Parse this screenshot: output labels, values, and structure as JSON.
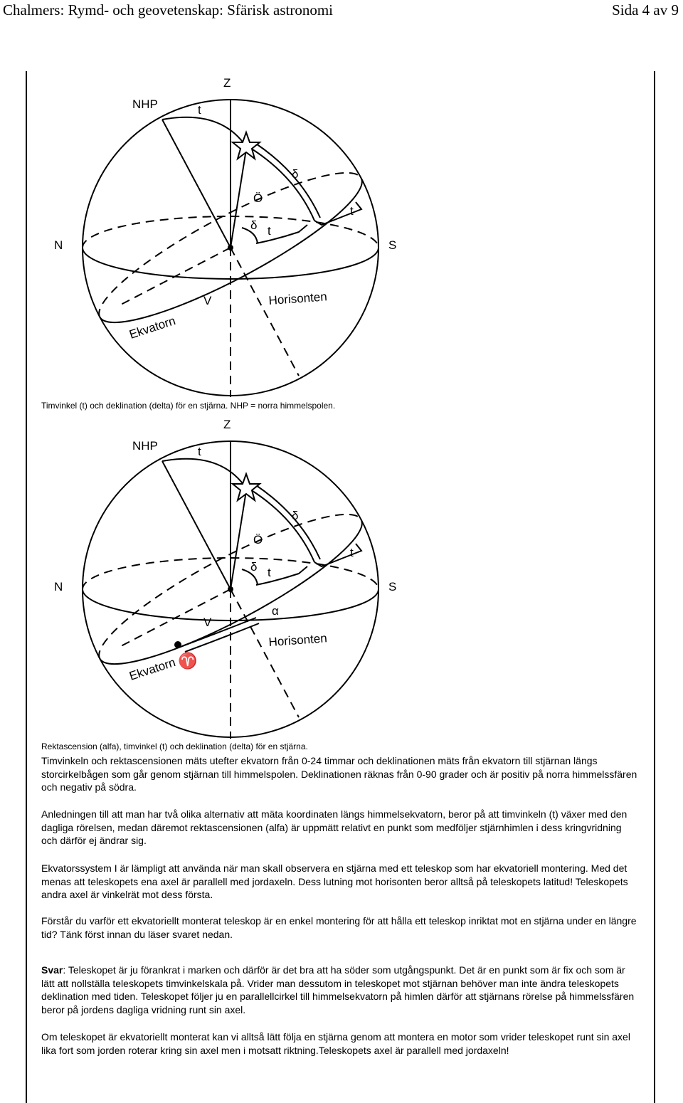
{
  "header": {
    "title": "Chalmers: Rymd- och geovetenskap: Sfärisk astronomi",
    "page": "Sida 4 av 9"
  },
  "figure1": {
    "labels": {
      "zenith": "Z",
      "pole": "NHP",
      "north": "N",
      "south": "S",
      "east": "Ö",
      "west": "V",
      "horizon": "Horisonten",
      "equator": "Ekvatorn",
      "hour_angle": "t",
      "declination": "δ"
    },
    "caption": "Timvinkel (t) och deklination (delta) för en stjärna. NHP = norra himmelspolen."
  },
  "figure2": {
    "labels": {
      "zenith": "Z",
      "pole": "NHP",
      "north": "N",
      "south": "S",
      "east": "Ö",
      "west": "V",
      "horizon": "Horisonten",
      "equator": "Ekvatorn",
      "hour_angle": "t",
      "declination": "δ",
      "right_ascension": "α",
      "vernal_point": "♈"
    },
    "caption": "Rektascension (alfa), timvinkel (t) och deklination (delta) för en stjärna."
  },
  "text": {
    "p1": "Timvinkeln och rektascensionen mäts utefter ekvatorn från 0-24 timmar och deklinationen mäts från ekvatorn till stjärnan längs storcirkelbågen som går genom stjärnan till himmelspolen. Deklinationen räknas från 0-90 grader och är positiv på norra himmelssfären och negativ på södra.",
    "p2": "Anledningen till att man har två olika alternativ att mäta koordinaten längs himmelsekvatorn, beror på att timvinkeln (t) växer med den dagliga rörelsen, medan däremot rektascensionen (alfa) är uppmätt relativt en punkt som medföljer stjärnhimlen i dess kringvridning och därför ej ändrar sig.",
    "p3": "Ekvatorssystem I är lämpligt att använda när man skall observera en stjärna med ett teleskop som har ekvatoriell montering. Med det menas att teleskopets ena axel är parallell med jordaxeln. Dess lutning mot horisonten beror alltså på teleskopets latitud! Teleskopets andra axel är vinkelrät mot dess första.",
    "p4": "Förstår du varför ett ekvatoriellt monterat teleskop är en enkel montering för att hålla ett teleskop inriktat mot en stjärna under en längre tid? Tänk först innan du läser svaret nedan.",
    "p5_label": "Svar",
    "p5_body": ": Teleskopet är ju förankrat i marken och därför är det bra att ha söder som utgångspunkt. Det är en punkt som är fix och som är lätt att nollställa teleskopets timvinkelskala på. Vrider man dessutom in teleskopet mot stjärnan behöver man inte ändra teleskopets deklination med tiden. Teleskopet följer ju en parallellcirkel till himmelsekvatorn på himlen därför att stjärnans rörelse på himmelssfären beror på jordens dagliga vridning runt sin axel.",
    "p6": "Om teleskopet är ekvatoriellt monterat kan vi alltså lätt följa en stjärna genom att montera en motor som vrider teleskopet runt sin axel lika fort som jorden roterar kring sin axel men i motsatt riktning.Teleskopets axel är parallell med jordaxeln!"
  }
}
